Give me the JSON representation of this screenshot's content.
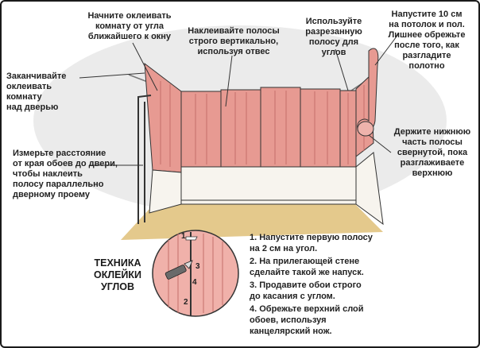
{
  "labels": {
    "corner_start": "Начните оклеивать\nкомнату от угла\nближайшего к окну",
    "vertical": "Наклеивайте полосы\nстрого вертикально,\nиспользуя отвес",
    "cut_strip": "Используйте\nразрезанную\nполосу для\nуглов",
    "overlap": "Напустите 10 см\nна потолок и пол.\nЛишнее обрежьте\nпосле того, как\nразгладите\nполотно",
    "finish_door": "Заканчивайте\nоклеивать\nкомнату\nнад дверью",
    "measure": "Измерьте расстояние\nот края обоев до двери,\nчтобы наклеить\nполосу параллельно\nдверному проему",
    "bottom_rolled": "Держите нижнюю\nчасть полосы\nсвернутой, пока\nразглаживаете\nверхнюю"
  },
  "technique": {
    "title": "ТЕХНИКА\nОКЛЕЙКИ\nУГЛОВ",
    "markers": [
      "1",
      "2",
      "3",
      "4"
    ],
    "steps": [
      "1. Напустите первую полосу\nна 2 см на угол.",
      "2. На прилегающей стене\nсделайте такой же напуск.",
      "3. Продавите обои строго\nдо касания с углом.",
      "4. Обрежьте верхний слой\nобоев, используя\nканцелярский нож."
    ]
  },
  "colors": {
    "wallpaper": "#e79a92",
    "stripe": "#c56f69",
    "floor": "#e4c98c",
    "baseboard": "#f7f4ee",
    "shadow": "#d9d9d9",
    "line": "#333333"
  }
}
